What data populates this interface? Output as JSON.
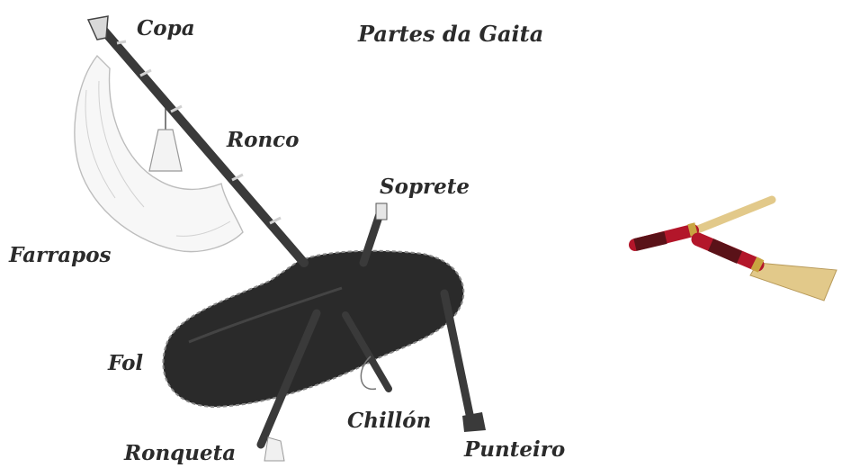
{
  "title": "Partes da Gaita",
  "labels": {
    "copa": "Copa",
    "ronco": "Ronco",
    "soprete": "Soprete",
    "farrapos": "Farrapos",
    "fol": "Fol",
    "chillon": "Chillón",
    "punteiro": "Punteiro",
    "ronqueta": "Ronqueta"
  },
  "colors": {
    "bag": "#2a2a2a",
    "pipe": "#3a3a3a",
    "fringe": "#bdbdbd",
    "reed_straw": "#e2c98a",
    "reed_red": "#b3162a",
    "reed_brass": "#c9a541"
  }
}
